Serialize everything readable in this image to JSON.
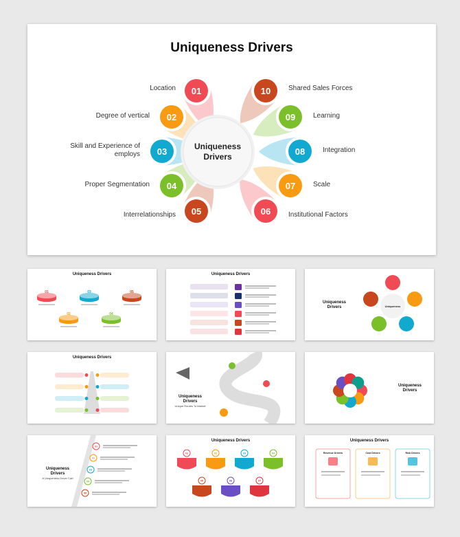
{
  "main_slide": {
    "title": "Uniqueness Drivers",
    "center_label": "Uniqueness\nDrivers",
    "drivers": [
      {
        "num": "01",
        "label": "Location",
        "color": "#f04b55"
      },
      {
        "num": "02",
        "label": "Degree of vertical",
        "color": "#f89a12"
      },
      {
        "num": "03",
        "label": "Skill and Experience of employs",
        "color": "#11a9cf"
      },
      {
        "num": "04",
        "label": "Proper Segmentation",
        "color": "#7bbf2a"
      },
      {
        "num": "05",
        "label": "Interrelationships",
        "color": "#c8471e"
      },
      {
        "num": "06",
        "label": "Institutional Factors",
        "color": "#f04b55"
      },
      {
        "num": "07",
        "label": "Scale",
        "color": "#f89a12"
      },
      {
        "num": "08",
        "label": "Integration",
        "color": "#11a9cf"
      },
      {
        "num": "09",
        "label": "Learning",
        "color": "#7bbf2a"
      },
      {
        "num": "10",
        "label": "Shared Sales Forces",
        "color": "#c8471e"
      }
    ]
  },
  "thumbnails": [
    {
      "title": "Uniqueness Drivers",
      "nums": [
        "01",
        "03",
        "05",
        "02",
        "04"
      ]
    },
    {
      "title": "Uniqueness Drivers"
    },
    {
      "side_title": "Uniqueness\nDrivers",
      "center": "Uniqueness"
    },
    {
      "title": "Uniqueness Drivers"
    },
    {
      "side_title": "Uniqueness\nDrivers",
      "subtitle": "Unique Routes To Market"
    },
    {
      "side_title": "Uniqueness\nDrivers"
    },
    {
      "side_title": "Uniqueness\nDrivers",
      "subtitle": "A Uniqueness Driver Cart",
      "nums": [
        "01",
        "02",
        "03",
        "04",
        "05"
      ]
    },
    {
      "title": "Uniqueness Drivers",
      "nums": [
        "01",
        "02",
        "03",
        "04",
        "05",
        "06",
        "07"
      ]
    },
    {
      "title": "Uniqueness Drivers",
      "cards": [
        "Revenue Drivers",
        "Cost Drivers",
        "Risk Drivers"
      ]
    }
  ]
}
